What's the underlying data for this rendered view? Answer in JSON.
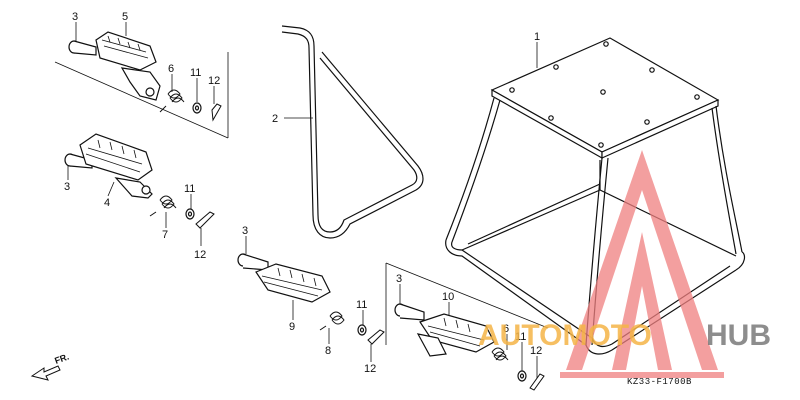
{
  "diagram": {
    "drawing_code": "KZ33-F1700B",
    "direction_label": "FR.",
    "callouts": {
      "c1": "1",
      "c2": "2",
      "c3a": "3",
      "c3b": "3",
      "c3c": "3",
      "c3d": "3",
      "c4": "4",
      "c5": "5",
      "c6a": "6",
      "c6b": "6",
      "c7": "7",
      "c8": "8",
      "c9": "9",
      "c10": "10",
      "c11a": "11",
      "c11b": "11",
      "c11c": "11",
      "c11d": "11",
      "c12a": "12",
      "c12b": "12",
      "c12c": "12",
      "c12d": "12"
    }
  },
  "watermark": {
    "brand_part1": "AUTOMOTO",
    "brand_part2": "HUB",
    "logo_icon": "triangle-logo-icon",
    "colors": {
      "logo": "#f08080",
      "text1": "#f5b547",
      "text2": "#7a7a7a"
    }
  }
}
